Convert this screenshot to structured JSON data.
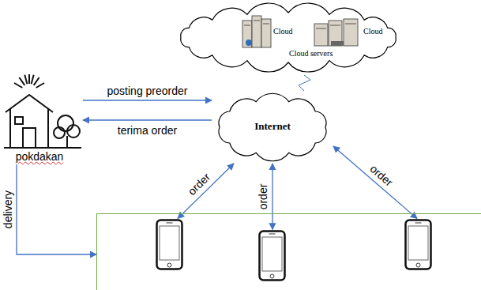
{
  "diagram": {
    "nodes": [
      {
        "text": [
          "Cloud",
          "Cloud",
          "Cloud servers"
        ]
      },
      {
        "text": [
          "Internet"
        ]
      },
      {
        "text": [
          "pokdakan"
        ]
      },
      {
        "text": []
      },
      {
        "text": [],
        "in": 3
      },
      {
        "text": [],
        "in": 3
      },
      {
        "text": [],
        "in": 3
      }
    ],
    "edges": [
      {
        "from": 2,
        "to": 1,
        "label": "posting preorder",
        "arrow": "to"
      },
      {
        "from": 1,
        "to": 2,
        "label": "terima order",
        "arrow": "to"
      },
      {
        "from": 0,
        "to": 1,
        "arrow": "none"
      },
      {
        "from": 2,
        "to": 3,
        "label": "delivery",
        "arrow": "to"
      },
      {
        "from": 4,
        "to": 1,
        "label": "order",
        "arrow": "both"
      },
      {
        "from": 5,
        "to": 1,
        "label": "order",
        "arrow": "both"
      },
      {
        "from": 6,
        "to": 1,
        "label": "order",
        "arrow": "both"
      }
    ]
  }
}
